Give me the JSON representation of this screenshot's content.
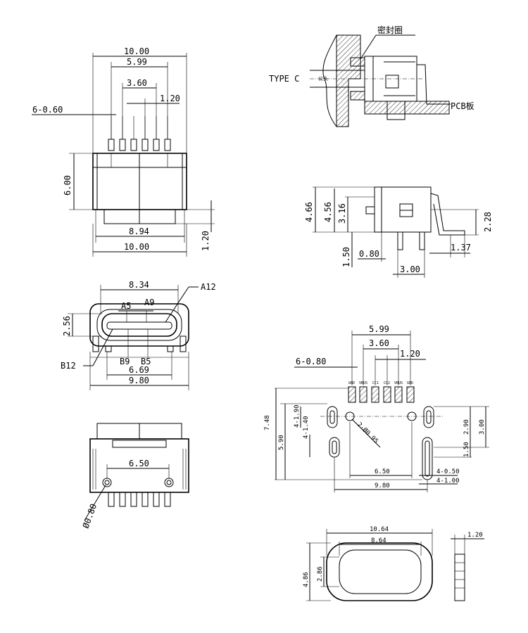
{
  "front_view": {
    "dim_total_width": "10.00",
    "dim_outer_pins": "5.99",
    "dim_inner_pins": "3.60",
    "dim_pin_pitch": "1.20",
    "dim_pin_width": "6-0.60",
    "dim_body_height": "6.00",
    "dim_bottom_width": "8.94",
    "dim_base_width": "10.00",
    "dim_base_height": "1.20"
  },
  "section_view": {
    "seal_label": "密封圈",
    "plug_label": "TYPE C",
    "plug_label_small": "公头",
    "pcb_label": "PCB板"
  },
  "side_view": {
    "dim_total_height": "4.66",
    "dim_body_height": "4.56",
    "dim_plug_height": "3.16",
    "dim_leg_height": "2.28",
    "dim_leg_depth": "1.50",
    "dim_leg_offset": "0.80",
    "dim_leg_pitch": "3.00",
    "dim_tail_length": "1.37"
  },
  "port_view": {
    "dim_inner_width": "8.34",
    "dim_height": "2.56",
    "dim_inner_span": "6.69",
    "dim_outer_width": "9.80",
    "pins_top": [
      "A5",
      "A9",
      "A12"
    ],
    "pins_bottom": [
      "B12",
      "B9",
      "B5"
    ]
  },
  "bottom_view": {
    "dim_post_pitch": "6.50",
    "dim_post_dia": "Ø0.80"
  },
  "footprint": {
    "dim_outer_pads": "5.99",
    "dim_inner_pads": "3.60",
    "dim_pad_pitch": "1.20",
    "dim_pad_width": "6-0.80",
    "pad_labels": [
      "GND",
      "VBUS",
      "CC1",
      "CC2",
      "VBUS",
      "GND"
    ],
    "dim_total_height": "7.48",
    "dim_slot_height": "5.90",
    "dim_slot_upper": "4-1.90",
    "dim_slot_lower": "4-1.40",
    "dim_hole": "2-Ø0.95",
    "dim_right_upper": "2.90",
    "dim_right_total": "3.00",
    "dim_right_lower": "1.50",
    "dim_post_pitch": "6.50",
    "dim_slot_width": "4-0.50",
    "dim_slot_pad": "4-1.00",
    "dim_total_width": "9.80"
  },
  "seal_ring": {
    "dim_outer_width": "10.64",
    "dim_inner_width": "8.64",
    "dim_outer_height": "4.86",
    "dim_inner_height": "2.86",
    "dim_thickness": "1.20"
  }
}
